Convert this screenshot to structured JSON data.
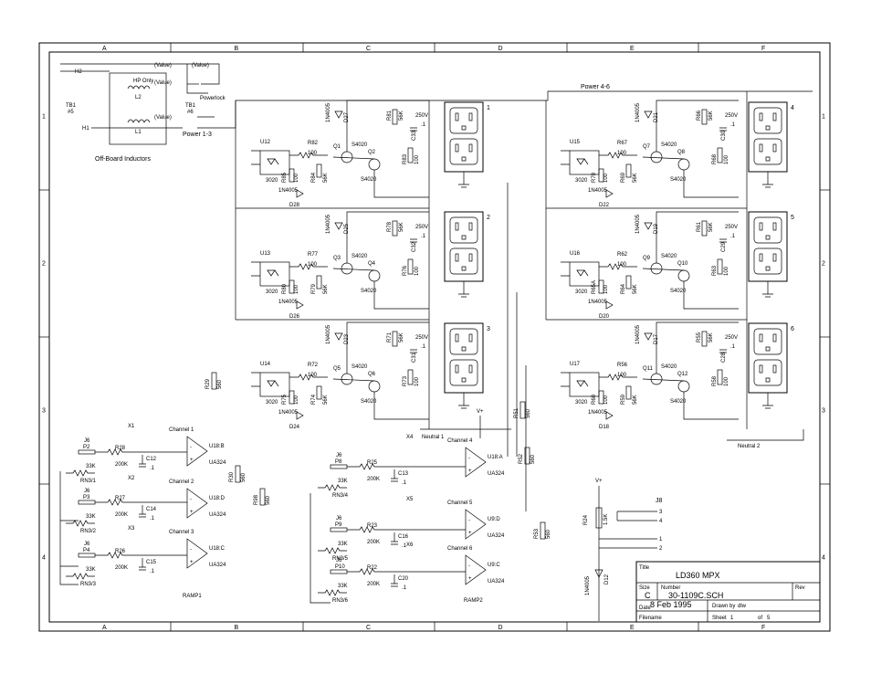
{
  "frame": {
    "cols": [
      "A",
      "B",
      "C",
      "D",
      "E",
      "F"
    ],
    "rows": [
      "1",
      "2",
      "3",
      "4"
    ]
  },
  "title_block": {
    "title_label": "Title",
    "title": "LD360 MPX",
    "size_label": "Size",
    "size": "C",
    "number_label": "Number",
    "number": "30-1109C.SCH",
    "rev_label": "Rev",
    "date_label": "Date",
    "date": "8 Feb 1995",
    "drawn_label": "Drawn by",
    "drawn": "dlw",
    "file_label": "Filename",
    "sheet_label": "Sheet",
    "sheet": "1",
    "of_label": "of",
    "of": "5"
  },
  "labels": {
    "off_board": "Off-Board Inductors",
    "power_1_3": "Power 1-3",
    "power_4_6": "Power 4-6",
    "powerlock": "Powerlock",
    "hp_only": "HP Only",
    "value": "(Value)",
    "tb1_5a": "TB1",
    "tb1_5b": "#5",
    "tb1_6a": "TB1",
    "tb1_6b": "#6",
    "neutral1": "Neutral 1",
    "neutral2": "Neutral 2",
    "vplus": "V+",
    "ramp1": "RAMP1",
    "ramp2": "RAMP2",
    "j8": "J8",
    "outlets": [
      "1",
      "2",
      "3",
      "4",
      "5",
      "6"
    ]
  },
  "channels": [
    {
      "name": "Channel 1",
      "u": "U18:B",
      "ic": "UA324",
      "jack": "J6",
      "plug": "P2",
      "r": "R28",
      "rv": "200K",
      "c": "C12",
      "cv": ".1",
      "rn": "RN3/1",
      "rnv": "33K",
      "x": "X1"
    },
    {
      "name": "Channel 2",
      "u": "U18:D",
      "ic": "UA324",
      "jack": "J6",
      "plug": "P3",
      "r": "R27",
      "rv": "200K",
      "c": "C14",
      "cv": ".1",
      "rn": "RN3/2",
      "rnv": "33K",
      "x": "X2"
    },
    {
      "name": "Channel 3",
      "u": "U18:C",
      "ic": "UA324",
      "jack": "J6",
      "plug": "P4",
      "r": "R26",
      "rv": "200K",
      "c": "C15",
      "cv": ".1",
      "rn": "RN3/3",
      "rnv": "33K",
      "x": "X3"
    },
    {
      "name": "Channel 4",
      "u": "U18:A",
      "ic": "UA324",
      "jack": "J6",
      "plug": "P8",
      "r": "R25",
      "rv": "200K",
      "c": "C13",
      "cv": ".1",
      "rn": "RN3/4",
      "rnv": "33K",
      "x": "X4"
    },
    {
      "name": "Channel 5",
      "u": "U9:D",
      "ic": "UA324",
      "jack": "J6",
      "plug": "P9",
      "r": "R23",
      "rv": "200K",
      "c": "C16",
      "cv": ".1",
      "rn": "RN3/5",
      "rnv": "33K",
      "x": "X5"
    },
    {
      "name": "Channel 6",
      "u": "U9:C",
      "ic": "UA324",
      "jack": "J6",
      "plug": "P10",
      "r": "R22",
      "rv": "200K",
      "c": "C20",
      "cv": ".1",
      "rn": "RN3/6",
      "rnv": "33K",
      "x": "X6"
    }
  ],
  "stages": [
    {
      "u": "U12",
      "opto": "3020",
      "rin": "R82",
      "rinv": "100",
      "rg": "R85",
      "rgv": "100",
      "rb": "R84",
      "rbv": "56K",
      "q1": "Q1",
      "q2": "Q2",
      "triac": "S4020",
      "triac2": "S4020",
      "d": "D27",
      "dv": "1N4005",
      "d2": "D28",
      "d2v": "1N4005",
      "rs": "R81",
      "rsv": "56K",
      "rs2": "R83",
      "rs2v": "100",
      "cap": "C33",
      "capv": ".1",
      "capvolt": "250V"
    },
    {
      "u": "U13",
      "opto": "3020",
      "rin": "R77",
      "rinv": "100",
      "rg": "R80",
      "rgv": "100",
      "rb": "R79",
      "rbv": "56K",
      "q1": "Q3",
      "q2": "Q4",
      "triac": "S4020",
      "triac2": "S4020",
      "d": "D25",
      "dv": "1N4005",
      "d2": "D26",
      "d2v": "1N4005",
      "rs": "R78",
      "rsv": "56K",
      "rs2": "R76",
      "rs2v": "100",
      "cap": "C32",
      "capv": ".1",
      "capvolt": "250V"
    },
    {
      "u": "U14",
      "opto": "3020",
      "rin": "R72",
      "rinv": "100",
      "rg": "R75",
      "rgv": "100",
      "rb": "R74",
      "rbv": "56K",
      "q1": "Q5",
      "q2": "Q6",
      "triac": "S4020",
      "triac2": "S4020",
      "d": "D23",
      "dv": "1N4005",
      "d2": "D24",
      "d2v": "1N4005",
      "rs": "R71",
      "rsv": "56K",
      "rs2": "R73",
      "rs2v": "100",
      "cap": "C31",
      "capv": ".1",
      "capvolt": "250V"
    },
    {
      "u": "U15",
      "opto": "3020",
      "rin": "R67",
      "rinv": "100",
      "rg": "R70",
      "rgv": "100",
      "rb": "R69",
      "rbv": "56K",
      "q1": "Q7",
      "q2": "Q8",
      "triac": "S4020",
      "triac2": "S4020",
      "d": "D21",
      "dv": "1N4005",
      "d2": "D22",
      "d2v": "1N4005",
      "rs": "R66",
      "rsv": "56K",
      "rs2": "R68",
      "rs2v": "100",
      "cap": "C30",
      "capv": ".1",
      "capvolt": "250V"
    },
    {
      "u": "U16",
      "opto": "3020",
      "rin": "R62",
      "rinv": "100",
      "rg": "R65A",
      "rgv": "100",
      "rb": "R64",
      "rbv": "56K",
      "q1": "Q9",
      "q2": "Q10",
      "triac": "S4020",
      "triac2": "S4020",
      "d": "D19",
      "dv": "1N4005",
      "d2": "D20",
      "d2v": "1N4005",
      "rs": "R61",
      "rsv": "56K",
      "rs2": "R63",
      "rs2v": "100",
      "cap": "C29",
      "capv": ".1",
      "capvolt": "250V"
    },
    {
      "u": "U17",
      "opto": "3020",
      "rin": "R56",
      "rinv": "100",
      "rg": "R60",
      "rgv": "100",
      "rb": "R59",
      "rbv": "56K",
      "q1": "Q11",
      "q2": "Q12",
      "triac": "S4020",
      "triac2": "S4020",
      "d": "D17",
      "dv": "1N4005",
      "d2": "D18",
      "d2v": "1N4005",
      "rs": "R55",
      "rsv": "56K",
      "rs2": "R58",
      "rs2v": "100",
      "cap": "C28",
      "capv": ".1",
      "capvolt": "250V"
    }
  ],
  "drive_resistors": [
    {
      "name": "R29",
      "value": "560"
    },
    {
      "name": "R30",
      "value": "560"
    },
    {
      "name": "R98",
      "value": "560"
    },
    {
      "name": "R51",
      "value": "560"
    },
    {
      "name": "R52",
      "value": "560"
    },
    {
      "name": "R53",
      "value": "560"
    }
  ],
  "misc": {
    "r24": "R24",
    "r24v": "1.5K",
    "d12": "D12",
    "d12v": "1N4005",
    "j8pins": [
      "3",
      "4",
      "1",
      "2"
    ],
    "h2": "H2",
    "h1": "H1",
    "l2": "L2",
    "l1": "L1"
  }
}
